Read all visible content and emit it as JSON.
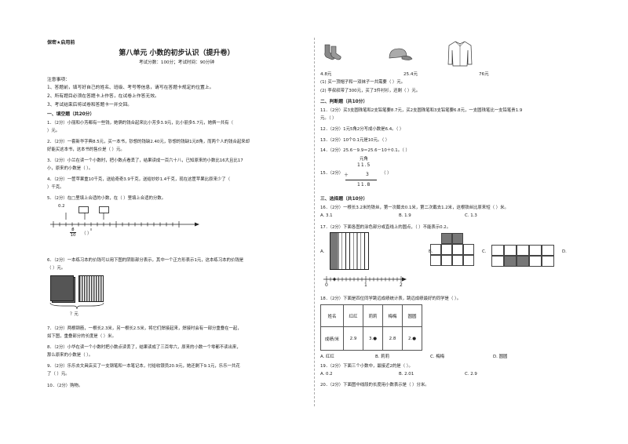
{
  "header": {
    "secret": "保密★启用前",
    "title": "第八单元 小数的初步认识（提升卷）",
    "subtitle": "考试分数：100分；考试时间：90分钟"
  },
  "notice": {
    "heading": "注意事项：",
    "items": [
      "1、答题前，填写好自己的姓名、班级、考号等信息，请写在答题卡规定的位置上。",
      "2、所有题目必须在答题卡上作答，在试卷上作答无效。",
      "3、考试结束后将试卷和答题卡一并交回。"
    ]
  },
  "section1": {
    "heading": "一、填空题（共20分）",
    "q1": [
      "1．（2分）小丽和小芳都有一些钱，她俩的钱合起来比小芳多3.9元，比小丽多5.7元，她俩一共有（",
      "）元。"
    ],
    "q2": [
      "2．（2分）一套新华字典8.5元，买一本书，钞想的钱缺2.40元，钞想的钱缺1元8角，而两个人的钱合起来却",
      "好能买这本书，这本书的售价是（        ）元。"
    ],
    "q3": [
      "3．（2分）小兰在读一个小数时，把小数点看丢了，结果读成一百六十八，已知原来的小数比16大且比17",
      "小，原来的小数是（        ）。"
    ],
    "q4": [
      "4．（2分）一筐苹果重10千克，送给奇奇3.9千克，送给妙妙1.4千克，现在这筐苹果比原来少了（",
      "）千克。"
    ],
    "q5": "5．（2分）在□里填上合适的小数，在（        ）里填上合适的分数。",
    "q5_label_top": "0.2",
    "q5_frac_num": "3",
    "q5_frac_den": "10",
    "q6": [
      "6．（2分）一本练习本的价钱可以用下图的阴影部分表示，其中一个正方形表示1元，这本练习本的价钱是",
      "（        ）元。"
    ],
    "q6_brace": "？元",
    "q7": [
      "7．（2分）两根钢筋，一根长2.3米，另一根长2.5米，将它们焊接起来，焊接时会有一部分重叠在一起，",
      "如下图，重叠部分的长度是（        ）米。"
    ],
    "q8": [
      "8．（2分）小华在读一个小数时把小数点读丢了，结果读成了三百零六，原来的小数一个零都不读出来，",
      "那么原来的小数是（        ）。"
    ],
    "q9": [
      "9．（2分）乐乐去文具店买了一支钢笔和一本笔记本，付给收银员20.9元，她还剩下9.1元，乐乐一共花",
      "了（        ）元。"
    ],
    "q10": "10．（2分）购物。"
  },
  "shopping": {
    "prices": [
      "4.8元",
      "25.4元",
      "76元"
    ],
    "q1": "(1) 买一顶帽子和一双袜子一共需要（        ）元。",
    "q2": "(2) 李叔叔带了300元，买了3件衬衫，还剩（        ）元。"
  },
  "section2": {
    "heading": "二、判断题（共10分）",
    "q11": [
      "11．（2分）买3支圆珠笔和2支铅笔要8.7元，买2支圆珠笔和3支铅笔要6.8元，一支圆珠笔比一支铅笔贵1.9",
      "元。（    ）"
    ],
    "q12": "12．（2分）1元5角2分写成小数是6.4。（    ）",
    "q13": "13．（2分）10个0.1元是10元。（    ）",
    "q14": "14．（2分）25.6－9.9＝25.6－10＋0.1。（    ）",
    "q15_label": "15．（2分）",
    "q15_head": "元角",
    "q15_top": "11.5",
    "q15_op": "＋",
    "q15_mid": "3",
    "q15_res": "11.8",
    "q15_paren": "（    ）"
  },
  "section3": {
    "heading": "三、选择题（共10分）",
    "q16": "16．（2分）一根长3.2米的铁丝，第一次截去0.1米，第二次截去1.2米，这根铁丝比原来短（    ）米。",
    "q16_opts": [
      "A. 3.1",
      "B. 1.9",
      "C. 1.3"
    ],
    "q17": "17．（2分）下面各图的涂色部分或直线上的圆点，（    ）不能表示0.2。",
    "q17_opts": [
      "A.",
      "B.",
      "C.",
      "D."
    ],
    "q17_nums": [
      "0",
      "1",
      "2"
    ],
    "q18": "18．（2分）下面是四位同学跳远成绩统计表，跳远成绩最好的同学是（    ）。",
    "q18_table": {
      "header": [
        "姓名",
        "红红",
        "莉莉",
        "梅梅",
        "圆圆"
      ],
      "row_label": "成绩/米",
      "row": [
        "2.9",
        "3.●",
        "2.8",
        "2.●"
      ]
    },
    "q18_opts": [
      "A. 红红",
      "B. 莉莉",
      "C. 梅梅",
      "D. 圆圆"
    ],
    "q19": "19．（2分）下面三个小数中，最接近2的是（    ）。",
    "q19_opts": [
      "A. 0.2",
      "B. 2.01",
      "C. 2.9"
    ],
    "q20": "20．（2分）下面图中线段的长度用小数表示是（    ）分米。"
  },
  "colors": {
    "ink": "#222222",
    "shade": "#777777",
    "divider": "#aaaaaa"
  }
}
